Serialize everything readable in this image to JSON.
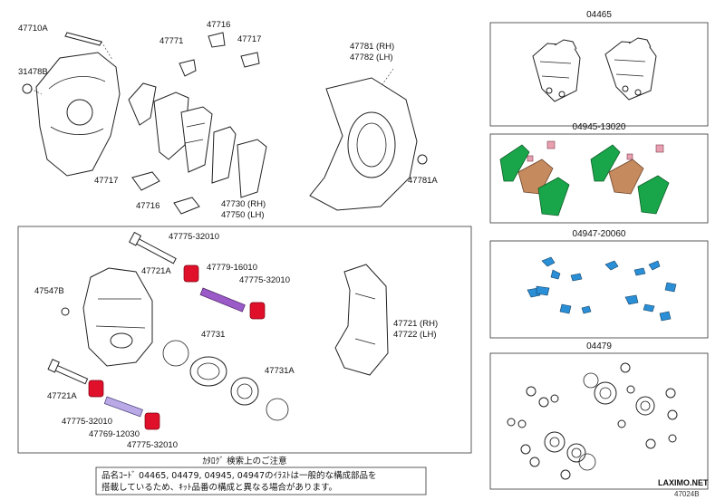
{
  "labels": {
    "p47710A": "47710A",
    "p31478B": "31478B",
    "p47771": "47771",
    "p47716_top": "47716",
    "p47717_top": "47717",
    "p47781_rh": "47781 (RH)",
    "p47782_lh": "47782 (LH)",
    "p47781A": "47781A",
    "p47717_bot": "47717",
    "p47716_bot": "47716",
    "p47730_rh": "47730 (RH)",
    "p47750_lh": "47750 (LH)",
    "p47775_a": "47775-32010",
    "p47721A_a": "47721A",
    "p47779": "47779-16010",
    "p47775_b": "47775-32010",
    "p47547B": "47547B",
    "p47731": "47731",
    "p47731A": "47731A",
    "p47721_rh": "47721 (RH)",
    "p47722_lh": "47722 (LH)",
    "p47721A_b": "47721A",
    "p47775_c": "47775-32010",
    "p47769": "47769-12030",
    "p47775_d": "47775-32010"
  },
  "kits": {
    "k04465": "04465",
    "k04945": "04945-13020",
    "k04947": "04947-20060",
    "k04479": "04479"
  },
  "notes": {
    "title": "ｶﾀﾛｸﾞ 検索上のご注意",
    "line1": "品名ｺｰﾄﾞ 04465, 04479, 04945, 04947のｲﾗｽﾄは一般的な構成部品を",
    "line2": "搭載しているため、ｷｯﾄ品番の構成と異なる場合があります。"
  },
  "watermark": "LAXIMO.NET",
  "diagram_id": "47024B",
  "colors": {
    "pad_green": "#19a64a",
    "shim_brown": "#c58a5e",
    "clip_pink": "#e8a0b0",
    "spring_blue": "#2a8fd6",
    "bushing_red": "#e0102a",
    "pin_purple": "#9a5bc8",
    "pin_lavender": "#b9a9e6"
  }
}
